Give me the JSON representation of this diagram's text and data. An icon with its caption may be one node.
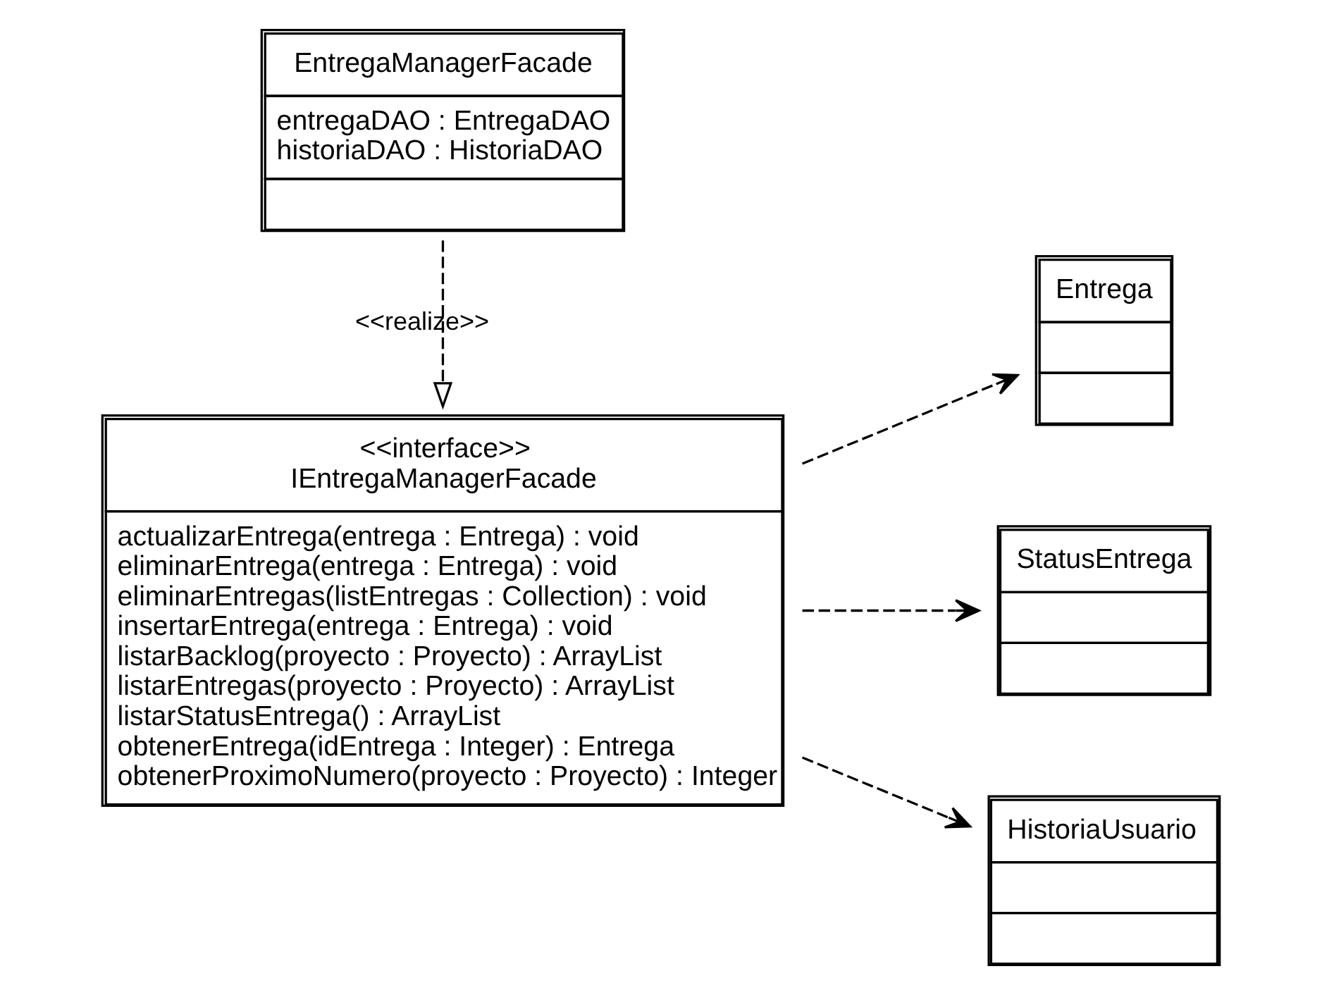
{
  "diagram": {
    "nodes": [
      {
        "text": [
          "<<interface>>",
          "IEntregaManagerFacade",
          "actualizarEntrega(entrega : Entrega) : void",
          "eliminarEntrega(entrega : Entrega) : void",
          "eliminarEntregas(listEntregas : Collection) : void",
          "insertarEntrega(entrega : Entrega) : void",
          "listarBacklog(proyecto : Proyecto) : ArrayList",
          "listarEntregas(proyecto : Proyecto) : ArrayList",
          "listarStatusEntrega() : ArrayList",
          "obtenerEntrega(idEntrega : Integer) : Entrega",
          "obtenerProximoNumero(proyecto : Proyecto) : Integer"
        ]
      },
      {
        "text": [
          "Entrega"
        ]
      },
      {
        "text": [
          "StatusEntrega"
        ]
      },
      {
        "text": [
          "HistoriaUsuario"
        ]
      },
      {
        "text": [
          "EntregaManagerFacade",
          "entregaDAO : EntregaDAO",
          "historiaDAO : HistoriaDAO"
        ]
      }
    ],
    "edges": [
      {
        "from": 0,
        "to": 1,
        "arrow": "to",
        "style": "dashed"
      },
      {
        "from": 0,
        "to": 2,
        "arrow": "to",
        "style": "dashed"
      },
      {
        "from": 0,
        "to": 3,
        "arrow": "to",
        "style": "dashed"
      },
      {
        "from": 4,
        "to": 0,
        "arrow": "to",
        "style": "dashed",
        "label": "<<realize>>"
      }
    ]
  }
}
